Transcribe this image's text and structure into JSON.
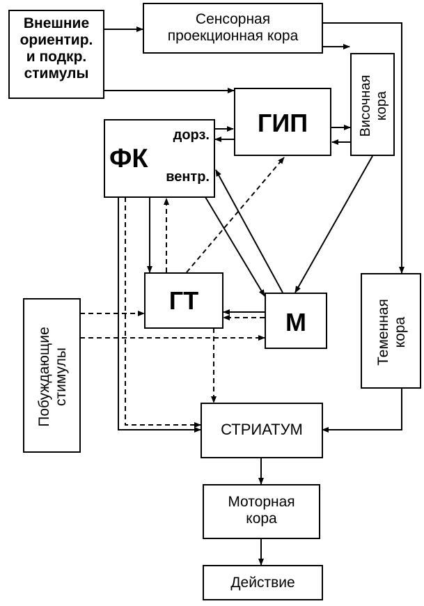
{
  "nodes": {
    "external": {
      "lines": [
        "Внешние",
        "ориентир.",
        "и подкр.",
        "стимулы"
      ]
    },
    "sensory": {
      "lines": [
        "Сенсорная",
        "проекционная кора"
      ]
    },
    "temporal": {
      "lines": [
        "Височная",
        "кора"
      ]
    },
    "gip": {
      "label": "ГИП"
    },
    "fk": {
      "label": "ФК",
      "dorsal": "дорз.",
      "ventral": "вентр."
    },
    "gt": {
      "label": "ГТ"
    },
    "m": {
      "label": "М"
    },
    "parietal": {
      "lines": [
        "Теменная",
        "кора"
      ]
    },
    "motivating": {
      "lines": [
        "Побуждающие",
        "стимулы"
      ]
    },
    "striatum": {
      "label": "СТРИАТУМ"
    },
    "motor": {
      "lines": [
        "Моторная",
        "кора"
      ]
    },
    "action": {
      "label": "Действие"
    }
  },
  "colors": {
    "stroke": "#000000",
    "background": "#ffffff"
  }
}
